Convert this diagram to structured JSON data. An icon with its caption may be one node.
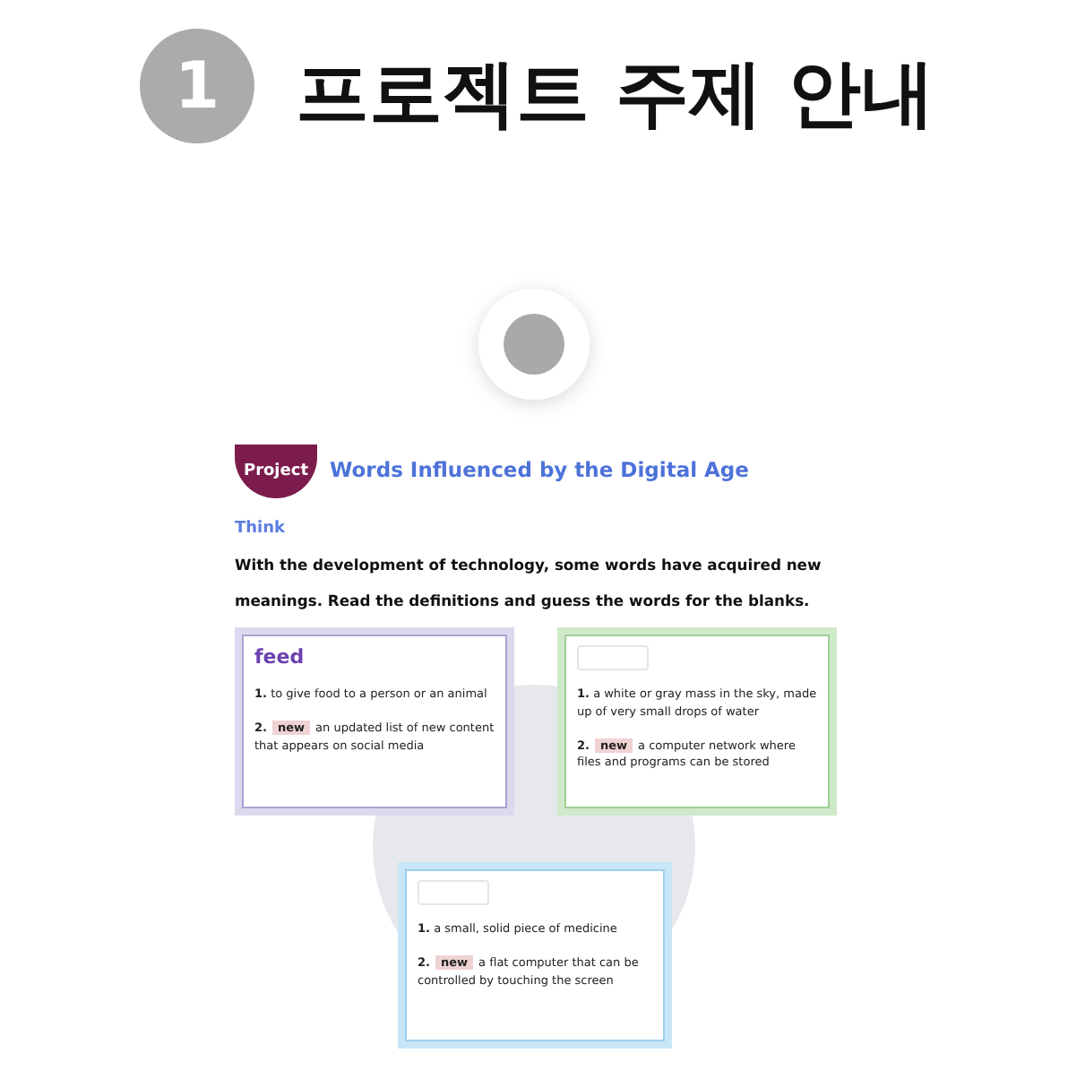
{
  "diagram": {
    "title": "프로젝트 주제 안내",
    "nodes": [
      {
        "text": [
          "1"
        ]
      },
      {
        "text": [
          "Project"
        ]
      },
      {
        "text": [
          "feed",
          "1. to give food to a person or an animal",
          "2.",
          "new",
          "an updated list of new content that appears on social media"
        ]
      },
      {
        "text": [
          "1. a white or gray mass in the sky, made up of very small drops of water",
          "2.",
          "new",
          "a computer network where files and programs can be stored"
        ]
      },
      {
        "text": [
          "1. a small, solid piece of medicine",
          "2.",
          "new",
          "a flat computer that can be controlled by touching the screen"
        ]
      }
    ],
    "labels": [
      "Words Influenced by the Digital Age",
      "Think",
      "With the development of technology, some words have acquired new meanings. Read the definitions and guess the words for the blanks."
    ]
  }
}
